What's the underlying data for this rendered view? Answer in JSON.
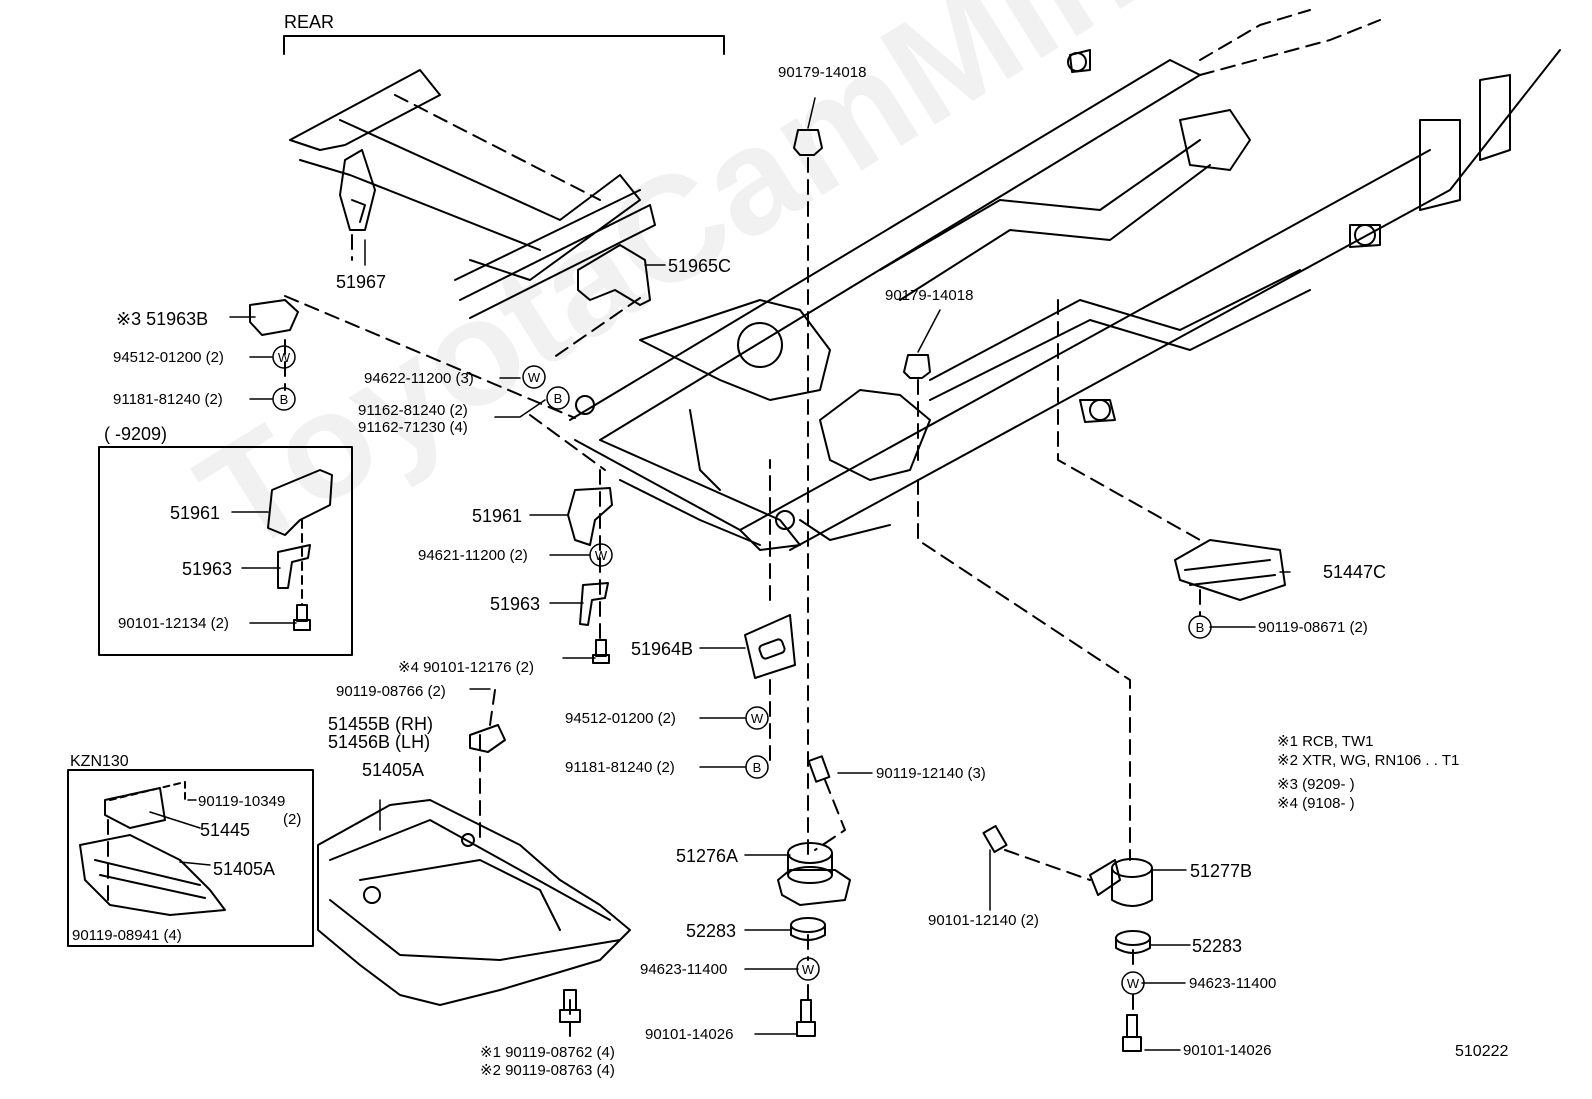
{
  "watermark": "ToyotaCamMiner.ru",
  "labels": {
    "rear": "REAR",
    "p90179_14018_top": "90179-14018",
    "p90179_14018_mid": "90179-14018",
    "p51967": "51967",
    "p51965c": "51965C",
    "p51963b": "※3 51963B",
    "p94512_01200_a": "94512-01200 (2)",
    "p91181_81240_a": "91181-81240 (2)",
    "p94622_11200": "94622-11200 (3)",
    "p91162_81240": "91162-81240 (2)",
    "p91162_71230": "91162-71230 (4)",
    "box_title": "(       -9209)",
    "box_51961": "51961",
    "box_51963": "51963",
    "box_90101_12134": "90101-12134 (2)",
    "p51961": "51961",
    "p94621_11200": "94621-11200 (2)",
    "p51963": "51963",
    "p90101_12176": "※4 90101-12176 (2)",
    "p90119_08766": "90119-08766 (2)",
    "p51455b": "51455B (RH)",
    "p51456b": "51456B (LH)",
    "p51964b": "51964B",
    "p94512_01200_b": "94512-01200 (2)",
    "p91181_81240_b": "91181-81240 (2)",
    "p51447c": "51447C",
    "p90119_08671": "90119-08671 (2)",
    "kzn_title": "KZN130",
    "kzn_90119_10349": "90119-10349",
    "kzn_qty2": "(2)",
    "kzn_51445": "51445",
    "kzn_51405a": "51405A",
    "kzn_90119_08941": "90119-08941 (4)",
    "p51405a": "51405A",
    "p90119_12140": "90119-12140 (3)",
    "p51276a": "51276A",
    "p52283_a": "52283",
    "p94623_11400_a": "94623-11400",
    "p90101_14026_a": "90101-14026",
    "p90119_08762": "※1 90119-08762 (4)",
    "p90119_08763": "※2 90119-08763 (4)",
    "p90101_12140": "90101-12140 (2)",
    "p51277b": "51277B",
    "p52283_b": "52283",
    "p94623_11400_b": "94623-11400",
    "p90101_14026_b": "90101-14026",
    "note1": "※1 RCB, TW1",
    "note2": "※2 XTR, WG, RN106 . . T1",
    "note3": "※3 (9209-         )",
    "note4": "※4 (9108-         )",
    "figure_no": "510222",
    "sym_w": "W",
    "sym_b": "B"
  }
}
